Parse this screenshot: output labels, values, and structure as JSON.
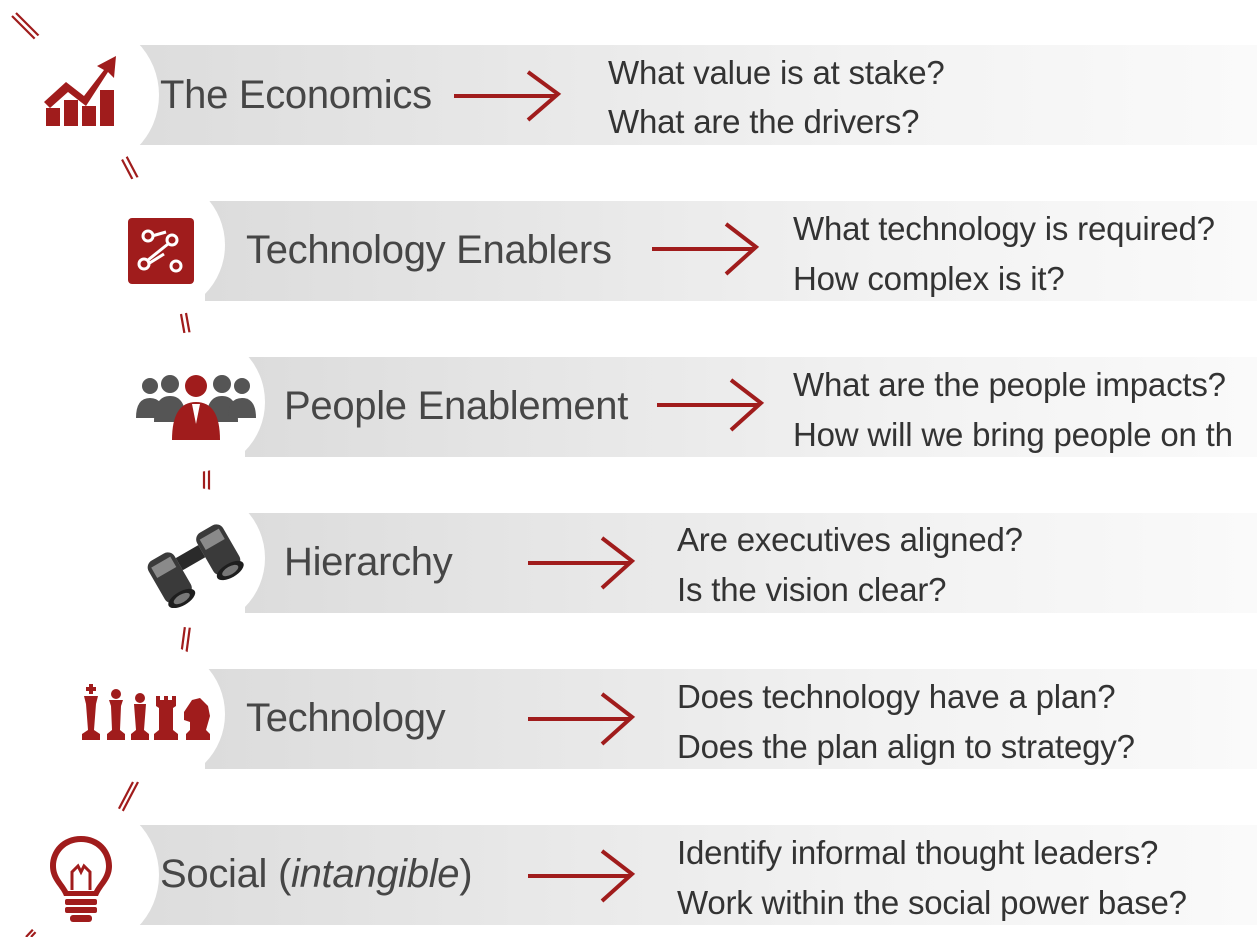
{
  "accent_color": "#a01c1c",
  "rows": [
    {
      "id": "economics",
      "icon": "growth-chart-icon",
      "label": "The Economics",
      "questions": [
        "What value is at stake?",
        "What are the drivers?"
      ]
    },
    {
      "id": "technology-enablers",
      "icon": "network-nodes-icon",
      "label": "Technology Enablers",
      "questions": [
        "What technology is required?",
        "How complex is it?"
      ]
    },
    {
      "id": "people-enablement",
      "icon": "people-group-icon",
      "label": "People Enablement",
      "questions": [
        "What are the people impacts?",
        "How will we bring people on th"
      ]
    },
    {
      "id": "hierarchy",
      "icon": "binoculars-icon",
      "label": "Hierarchy",
      "questions": [
        "Are executives aligned?",
        "Is the vision clear?"
      ]
    },
    {
      "id": "technology",
      "icon": "chess-pieces-icon",
      "label": "Technology",
      "questions": [
        "Does technology have a plan?",
        "Does the plan align to strategy?"
      ]
    },
    {
      "id": "social",
      "icon": "lightbulb-icon",
      "label": "Social (",
      "label_italic": "intangible",
      "label_suffix": ")",
      "questions": [
        "Identify informal thought leaders?",
        "Work within the social power base?"
      ]
    }
  ]
}
